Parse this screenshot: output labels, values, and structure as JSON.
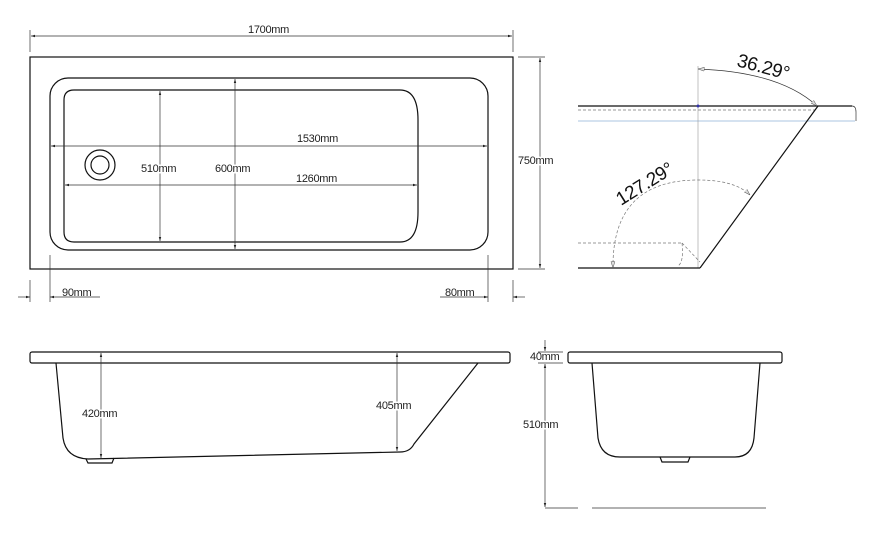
{
  "top_view": {
    "length": "1700mm",
    "width": "750mm",
    "inner_length": "1530mm",
    "basin_length": "1260mm",
    "basin_width": "510mm",
    "inner_width": "600mm",
    "rim_left": "90mm",
    "rim_right": "80mm"
  },
  "angle_view": {
    "angle_top": "36.29°",
    "angle_bottom": "127.29°"
  },
  "side_view": {
    "depth_left": "420mm",
    "depth_right": "405mm"
  },
  "end_view": {
    "rim_thickness": "40mm",
    "total_height": "510mm"
  }
}
